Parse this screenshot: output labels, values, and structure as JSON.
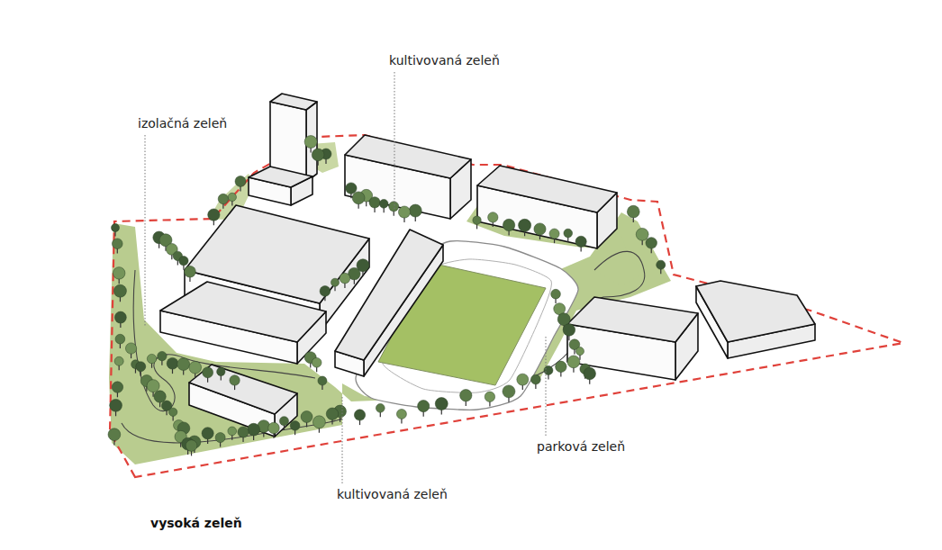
{
  "diagram": {
    "caption": "vysoká zeleň",
    "labels": [
      "kultivovaná zeleň",
      "izolačná zeleň",
      "parková zeleň",
      "kultivovaná zeleň"
    ]
  }
}
